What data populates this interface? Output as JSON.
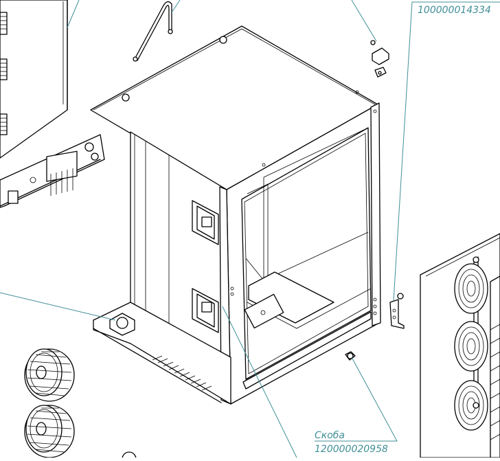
{
  "callouts": [
    {
      "name": "",
      "code": "100000014334"
    },
    {
      "name": "Скоба",
      "code": "120000020958"
    }
  ],
  "colors": {
    "leader": "#3f8f96",
    "outline": "#000000",
    "background": "#ffffff"
  },
  "icons": [
    "fan-wheel-icon",
    "heating-coil-icon"
  ]
}
